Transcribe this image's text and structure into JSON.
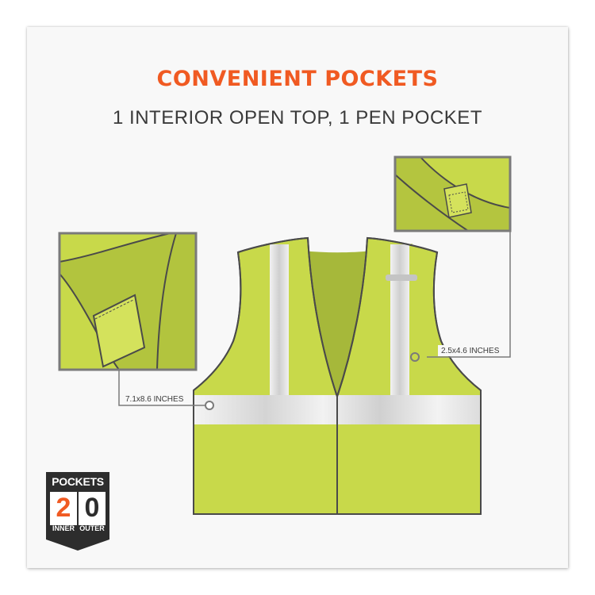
{
  "header": {
    "title": "CONVENIENT POCKETS",
    "subtitle": "1 INTERIOR OPEN TOP, 1 PEN POCKET"
  },
  "callouts": {
    "left": "7.1x8.6 INCHES",
    "right": "2.5x4.6 INCHES"
  },
  "badge": {
    "title": "POCKETS",
    "inner_count": "2",
    "outer_count": "0",
    "inner_label": "INNER",
    "outer_label": "OUTER"
  },
  "colors": {
    "accent": "#f05a22",
    "vest": "#c8d94a",
    "vest_dark": "#a9b93a",
    "reflective": "#d8d8d8",
    "outline": "#4a4a4a",
    "badge": "#2d2d2d"
  }
}
